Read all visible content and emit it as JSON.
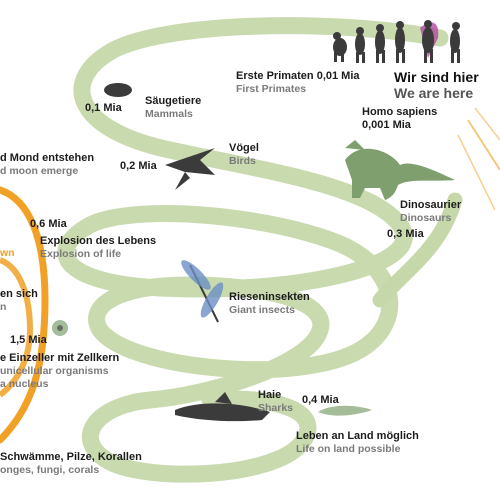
{
  "colors": {
    "spiral": "#c6d8aa",
    "orange": "#f0a126",
    "text": "#1c1c1c",
    "subtext": "#7a7a7a",
    "silhouette": "#3b3b3b",
    "dino": "#7f9f6e",
    "dragonfly": "#6b8fc4",
    "purple": "#b04aa0"
  },
  "milestones": [
    {
      "de": "Wir sind hier",
      "en": "We are here"
    },
    {
      "de": "Erste Primaten 0,01 Mia",
      "en": "First Primates"
    },
    {
      "de": "Homo sapiens",
      "en": "0,001 Mia"
    },
    {
      "de": "Säugetiere",
      "en": "Mammals"
    },
    {
      "de": "Vögel",
      "en": "Birds"
    },
    {
      "de": "Dinosaurier",
      "en": "Dinosaurs"
    },
    {
      "de": "Riesen­insekten",
      "en": "Giant insects"
    },
    {
      "de": "Haie",
      "en": "Sharks"
    },
    {
      "de": "Leben an Land möglich",
      "en": "Life on land possible"
    },
    {
      "de": "Explosion des Lebens",
      "en": "Explosion of life"
    },
    {
      "de": "d Mond entstehen",
      "en": "d moon emerge"
    },
    {
      "de": "e Einzeller mit Zellkern",
      "en": "unicellular organisms"
    },
    {
      "de": "a nucleus",
      "en": ""
    },
    {
      "de": "Schwämme, Pilze, Korallen",
      "en": "onges, fungi, corals"
    },
    {
      "de": "en sich",
      "en": "n"
    },
    {
      "de": "wn",
      "en": ""
    }
  ],
  "ages": [
    "0,1 Mia",
    "0,2 Mia",
    "0,3 Mia",
    "0,4 Mia",
    "0,6 Mia",
    "1,5 Mia"
  ],
  "icons": [
    "human-evolution-icon",
    "mammal-icon",
    "bird-icon",
    "dinosaur-icon",
    "dragonfly-icon",
    "shark-icon",
    "amphibian-icon",
    "cell-icon"
  ]
}
